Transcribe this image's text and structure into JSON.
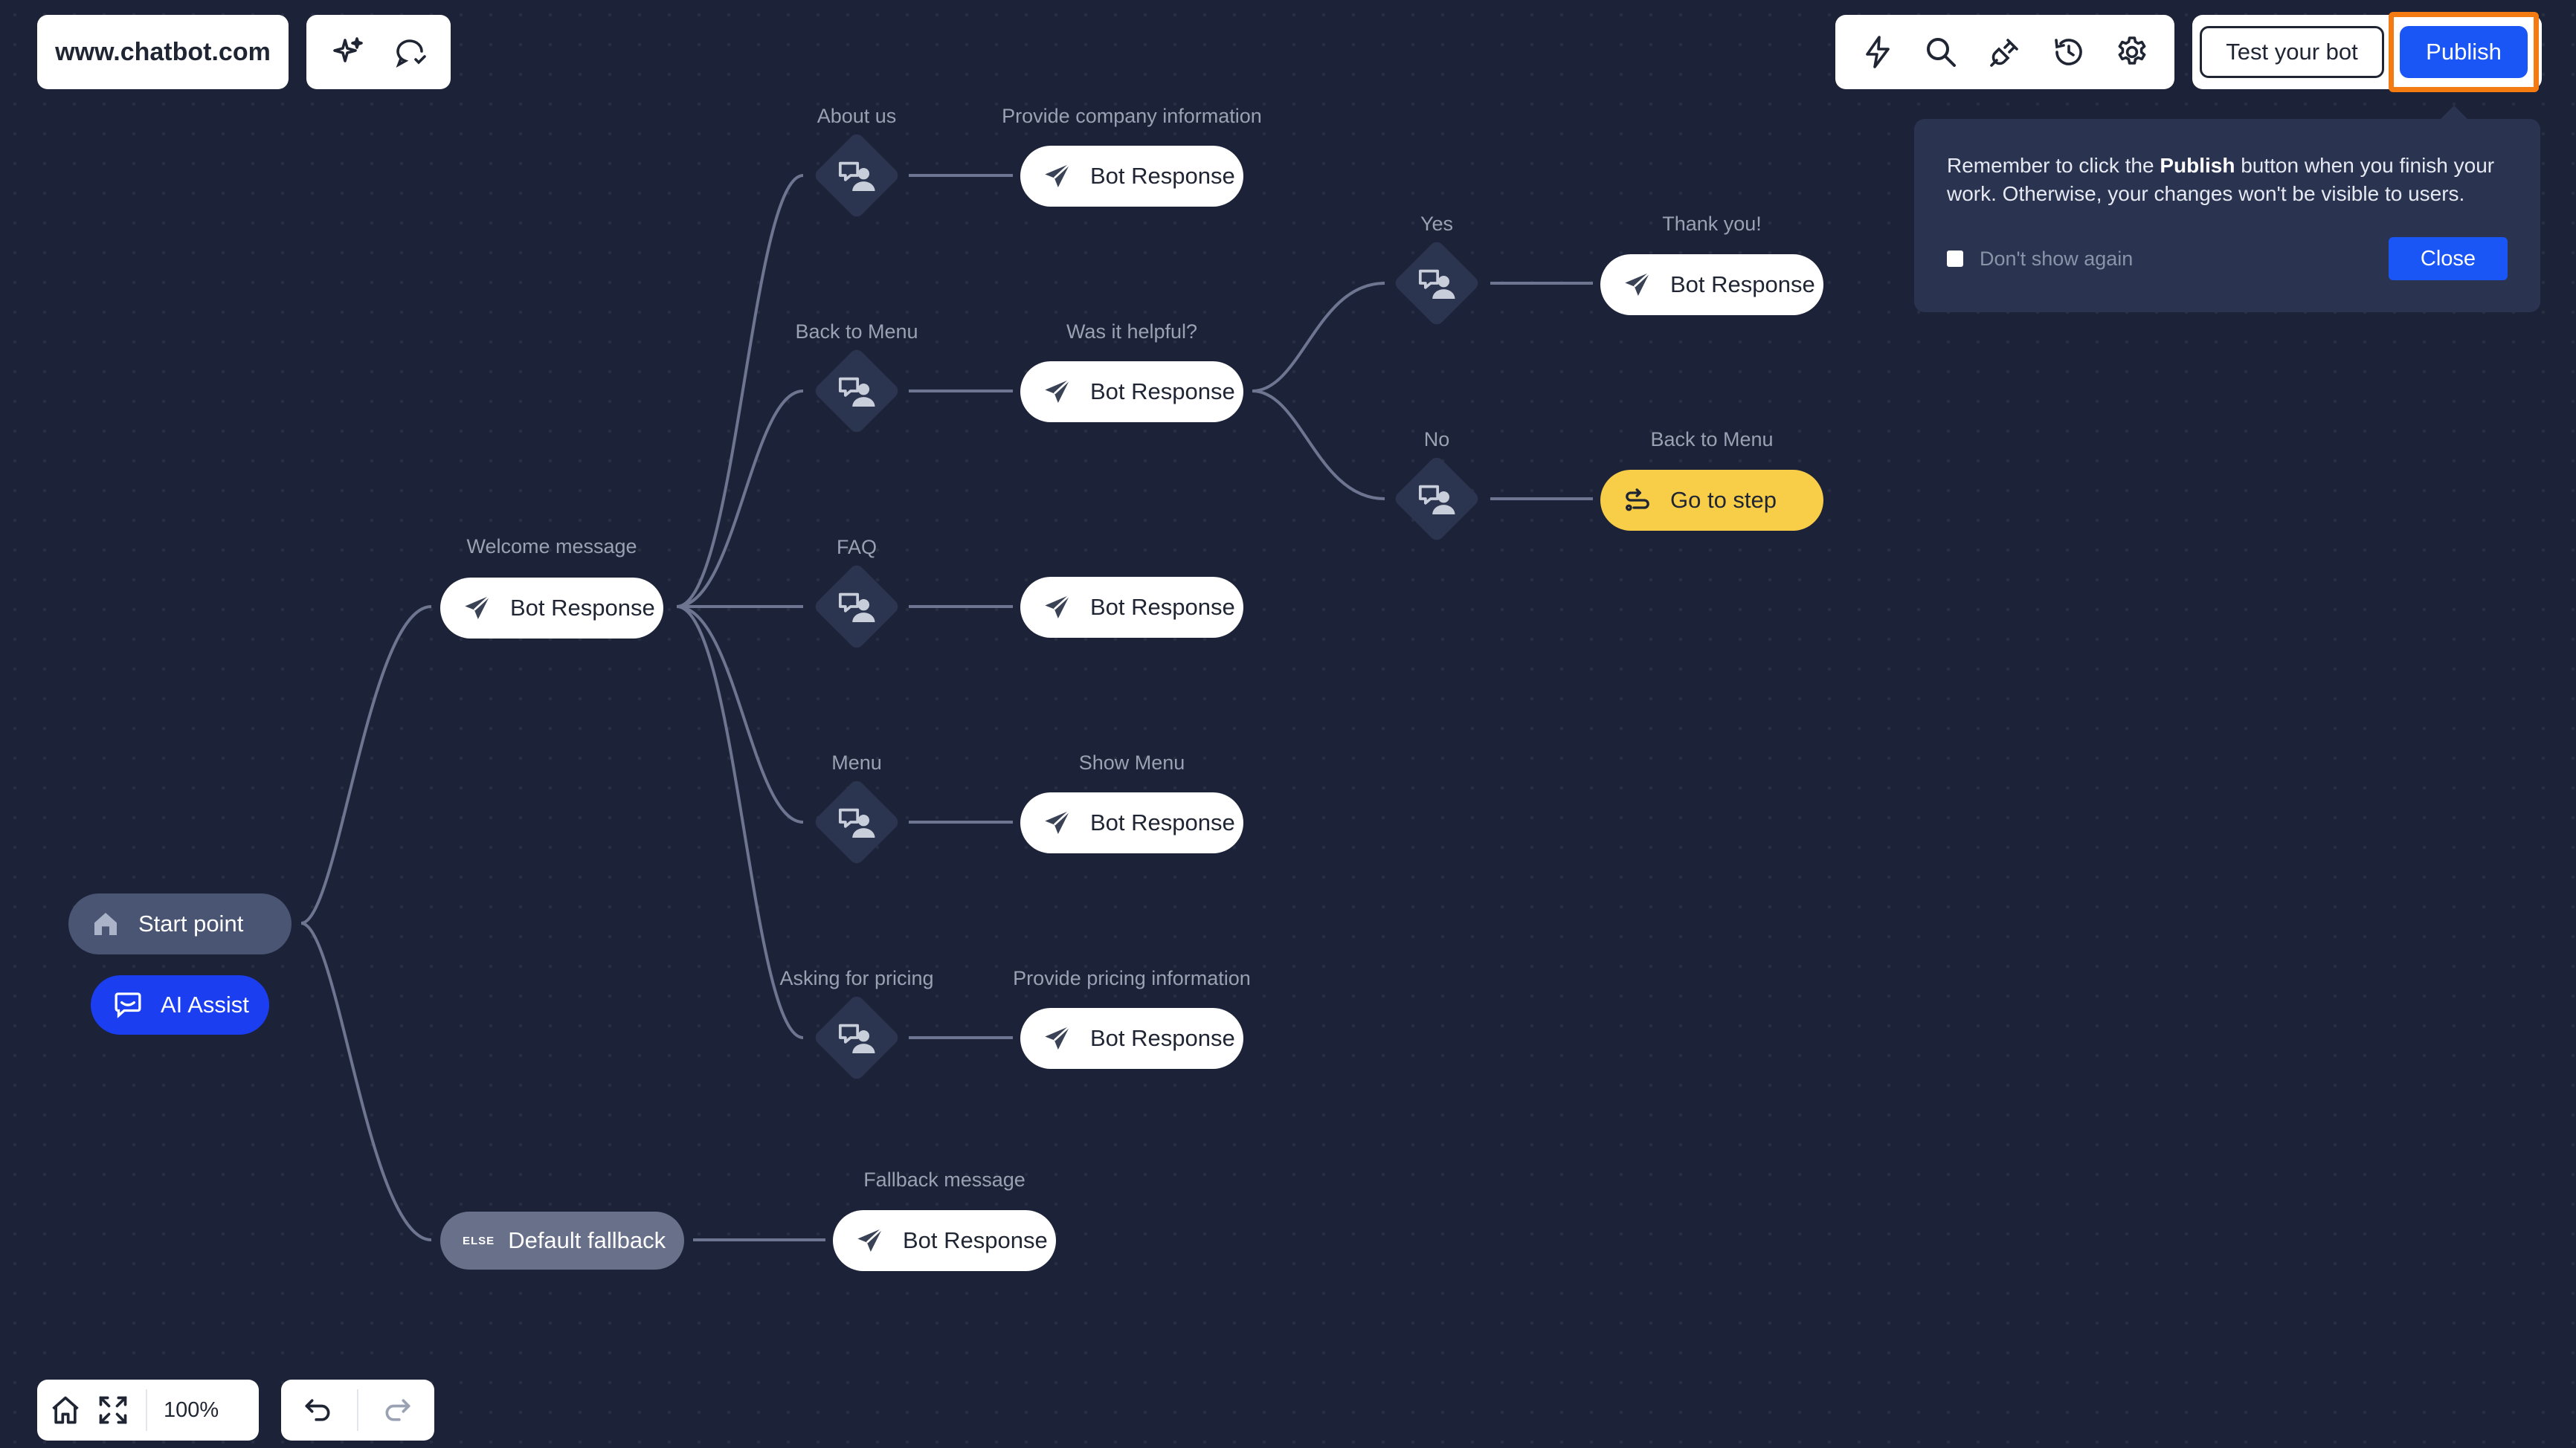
{
  "header": {
    "domain": "www.chatbot.com",
    "test_bot_label": "Test your bot",
    "publish_label": "Publish",
    "left_tools": [
      "ai-sparkle-icon",
      "chat-preview-icon"
    ],
    "right_tools": [
      "lightning-icon",
      "search-icon",
      "plug-icon",
      "history-icon",
      "gear-icon"
    ]
  },
  "tooltip": {
    "text_before": "Remember to click the ",
    "text_bold": "Publish",
    "text_after": " button when you finish your work. Otherwise, your changes won't be visible to users.",
    "checkbox_label": "Don't show again",
    "close_label": "Close"
  },
  "nodes": {
    "start": "Start point",
    "ai_assist": "AI Assist",
    "welcome": "Bot Response",
    "about_resp": "Bot Response",
    "helpful_resp": "Bot Response",
    "faq_resp": "Bot Response",
    "menu_resp": "Bot Response",
    "pricing_resp": "Bot Response",
    "thanks_resp": "Bot Response",
    "goto": "Go to step",
    "fallback_tag": "ELSE",
    "fallback": "Default fallback",
    "fallback_resp": "Bot Response"
  },
  "labels": {
    "welcome": "Welcome message",
    "about_us": "About us",
    "back_to_menu": "Back to Menu",
    "faq": "FAQ",
    "menu": "Menu",
    "asking_pricing": "Asking for pricing",
    "provide_company": "Provide company information",
    "was_helpful": "Was it helpful?",
    "show_menu": "Show Menu",
    "provide_pricing": "Provide pricing information",
    "yes": "Yes",
    "no": "No",
    "thank_you": "Thank you!",
    "back_to_menu_step": "Back to Menu",
    "fallback_message": "Fallback message"
  },
  "footer": {
    "zoom": "100%"
  },
  "colors": {
    "canvas": "#1c2237",
    "accent": "#1a56f5",
    "highlight": "#f47a12",
    "goto": "#f8cd48"
  }
}
